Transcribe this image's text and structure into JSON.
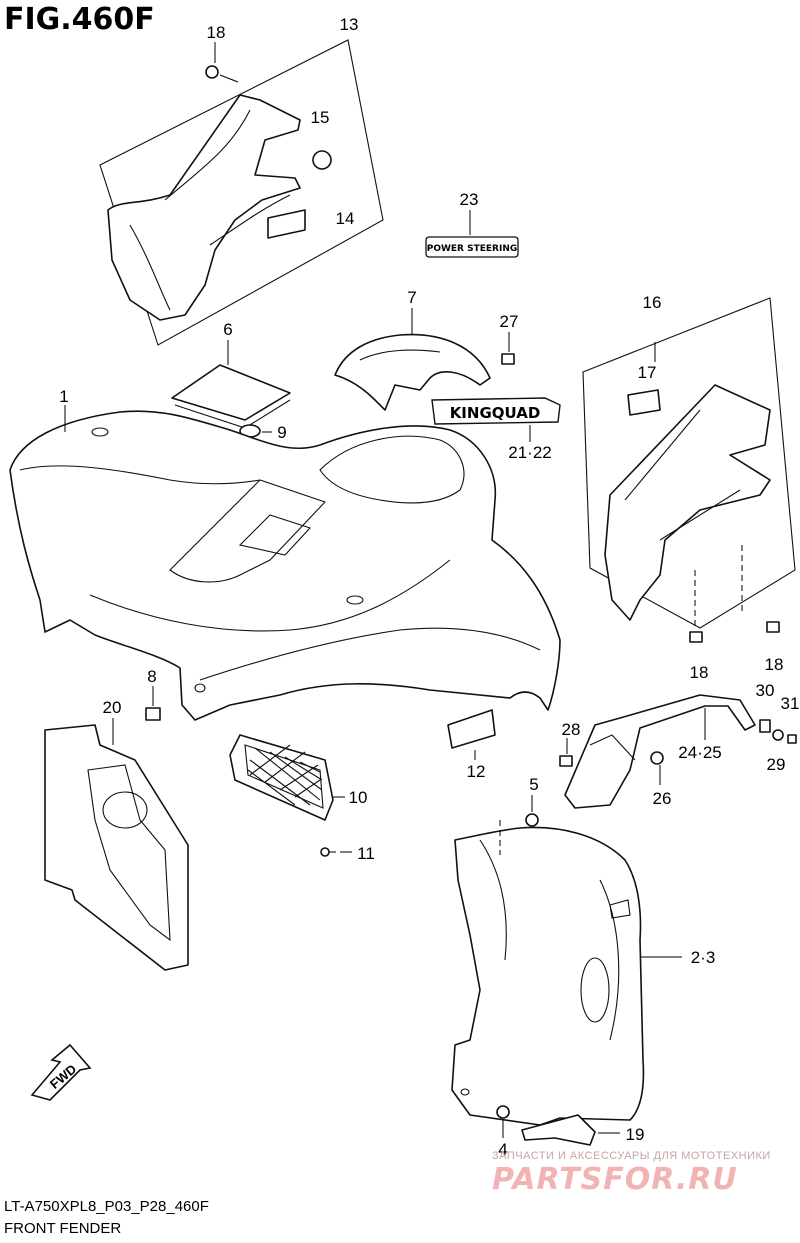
{
  "figure": {
    "title": "FIG.460F",
    "model_code": "LT-A750XPL8_P03_P28_460F",
    "section_name": "FRONT FENDER"
  },
  "decals": {
    "power_steering": "POWER STEERING",
    "kingquad": "KINGQUAD"
  },
  "callouts": {
    "c1": "1",
    "c2_3": "2·3",
    "c4": "4",
    "c5": "5",
    "c6": "6",
    "c7": "7",
    "c8": "8",
    "c9": "9",
    "c10": "10",
    "c11": "11",
    "c12": "12",
    "c13": "13",
    "c14": "14",
    "c15": "15",
    "c16": "16",
    "c17": "17",
    "c18a": "18",
    "c18b": "18",
    "c18c": "18",
    "c19": "19",
    "c20": "20",
    "c21_22": "21·22",
    "c23": "23",
    "c24_25": "24·25",
    "c26": "26",
    "c27": "27",
    "c28": "28",
    "c29": "29",
    "c30": "30",
    "c31": "31"
  },
  "fwd_arrow": {
    "label": "FWD",
    "icon": "forward-arrow-icon"
  },
  "watermark": {
    "subtitle": "ЗАПЧАСТИ И АКСЕССУАРЫ ДЛЯ МОТОТЕХНИКИ",
    "logo": "PARTSFOR.RU"
  }
}
